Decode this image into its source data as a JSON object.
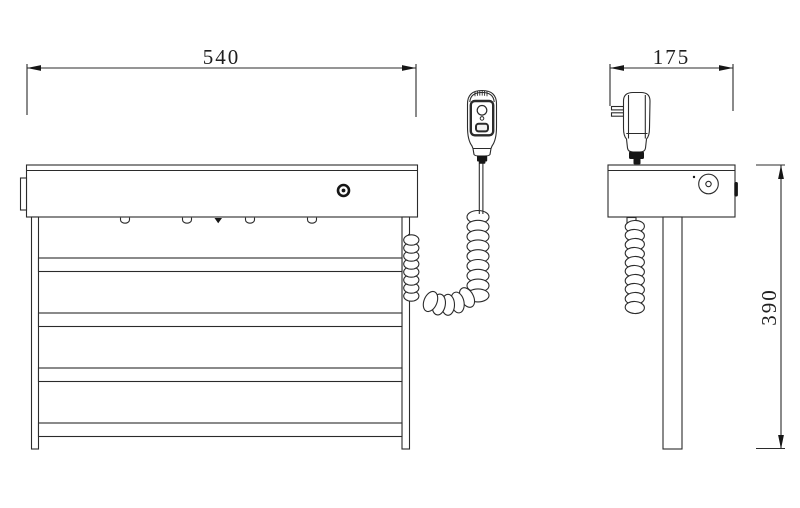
{
  "colors": {
    "background": "#ffffff",
    "line": "#2b2b2b",
    "fill_dark": "#161616"
  },
  "dimensions": {
    "width": "540",
    "depth": "175",
    "height": "390"
  }
}
